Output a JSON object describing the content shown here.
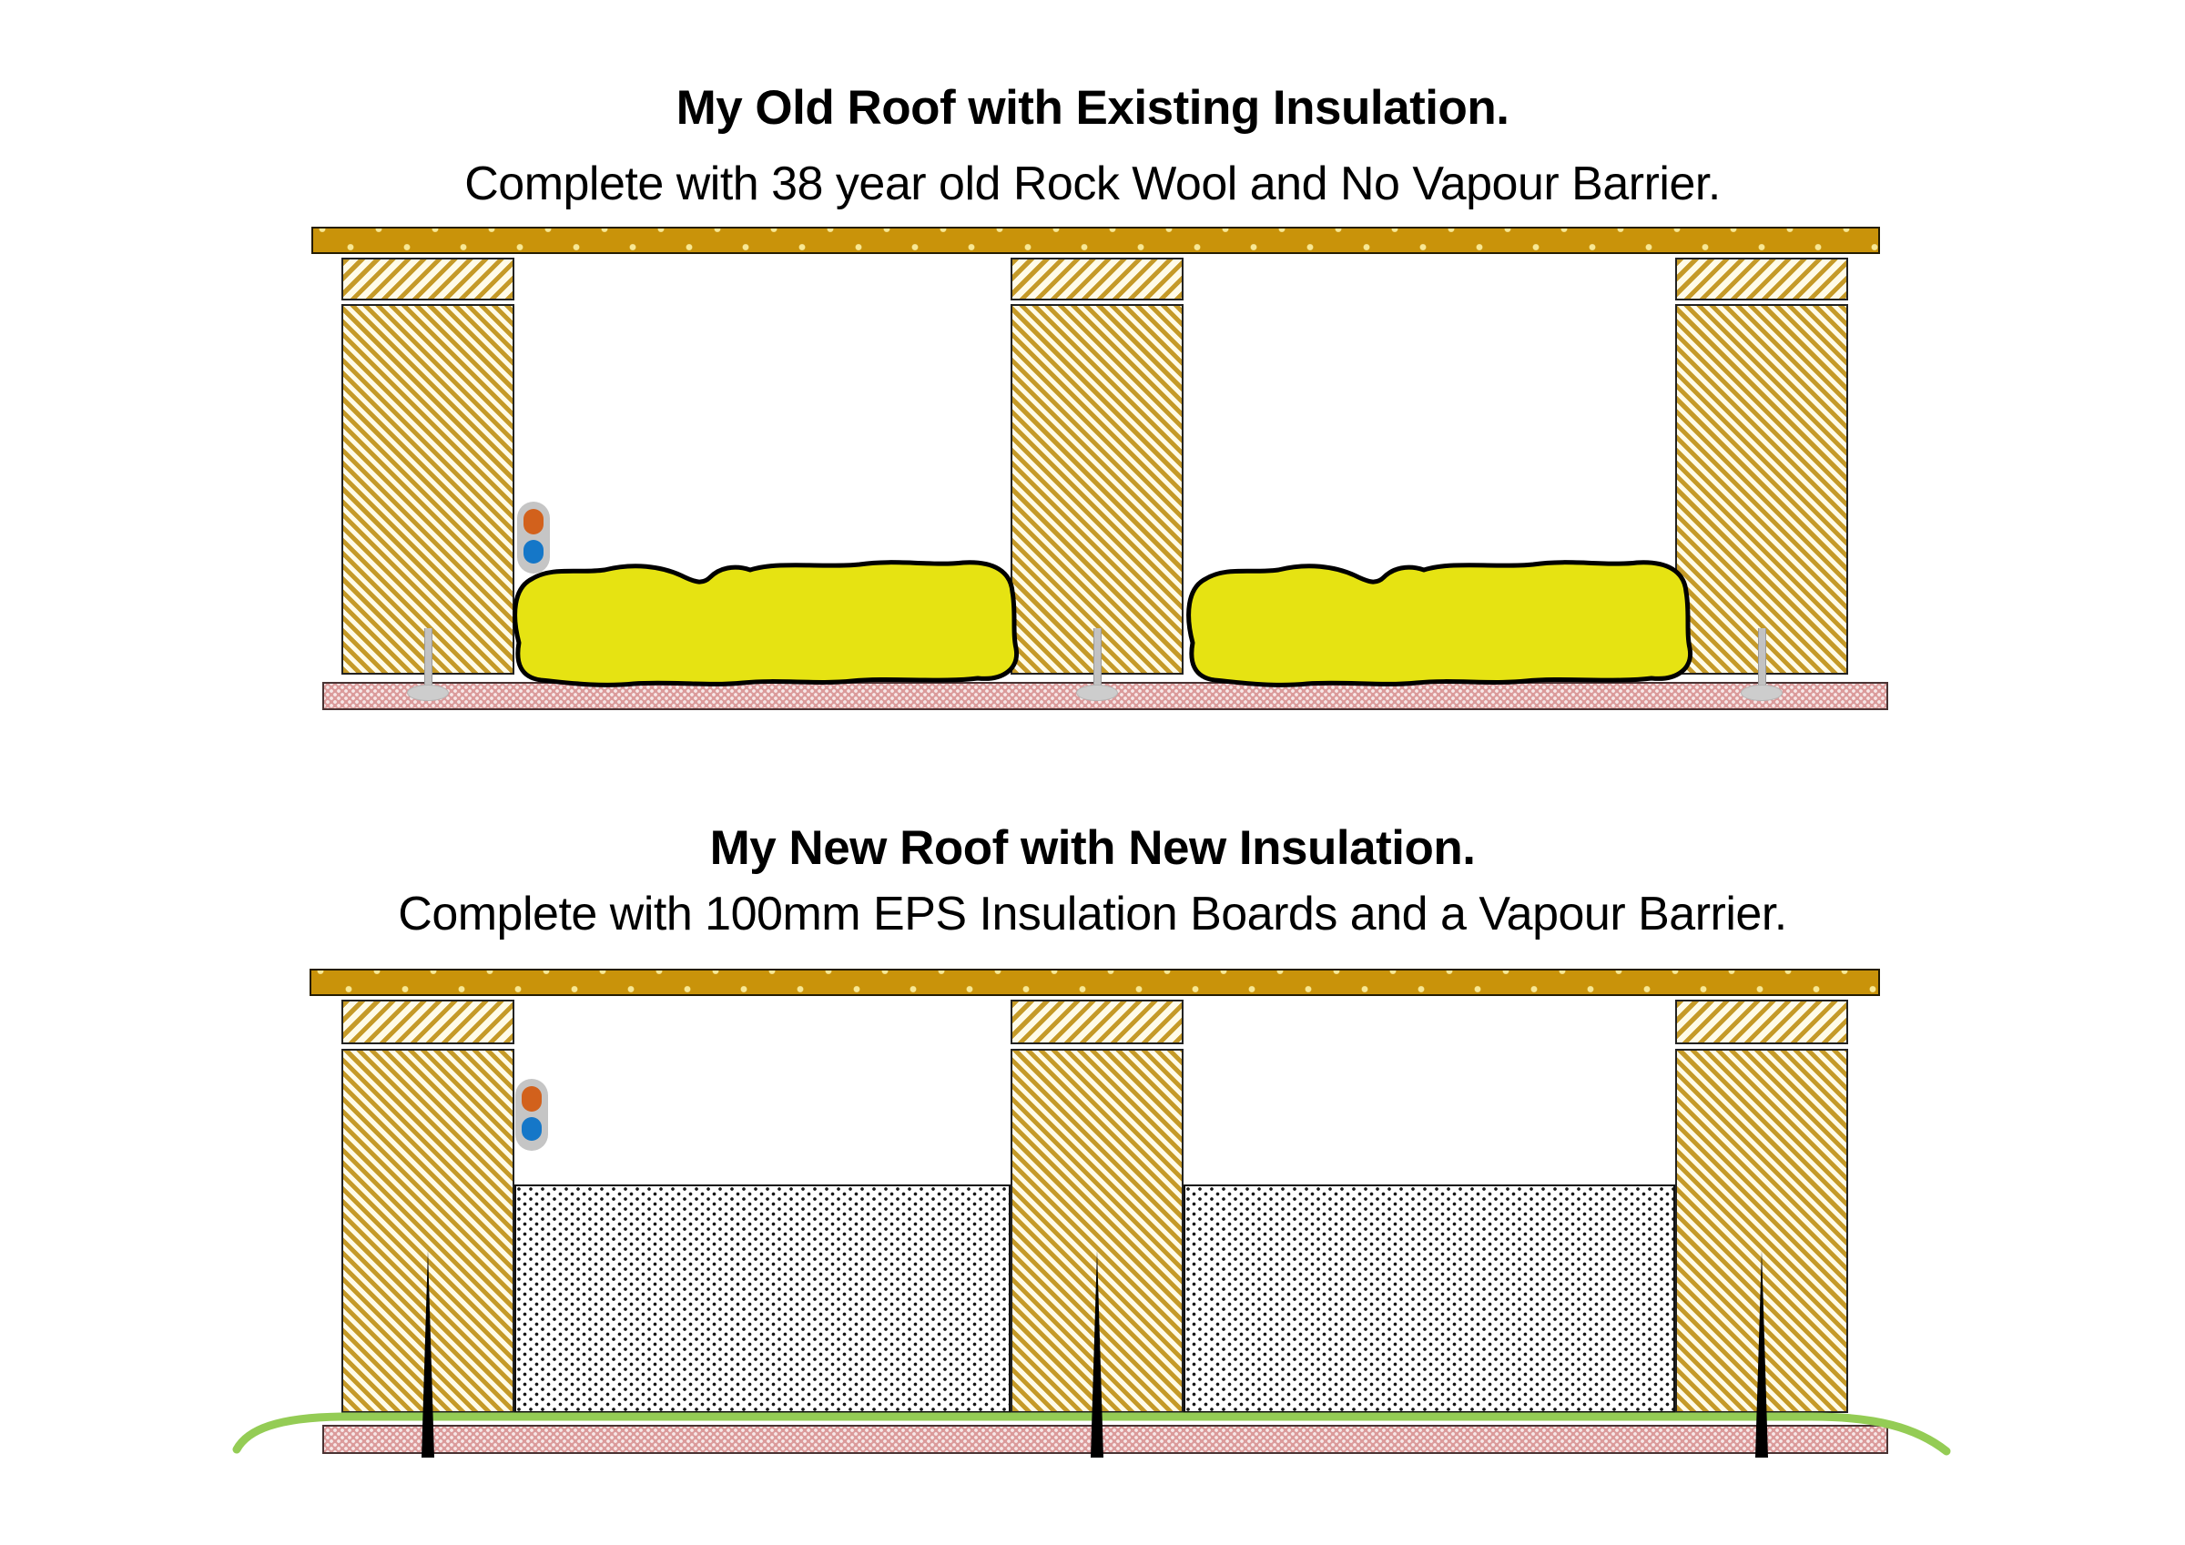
{
  "old_roof": {
    "title": "My Old Roof with Existing Insulation.",
    "subtitle": "Complete with 38 year old Rock Wool and No Vapour Barrier."
  },
  "new_roof": {
    "title": "My New Roof with New Insulation.",
    "subtitle": "Complete with 100mm EPS Insulation Boards and a Vapour Barrier."
  },
  "colors": {
    "text": "#000000",
    "roof-deck": "#C9930A",
    "roof-deck-dot": "#F8E895",
    "timber-hatch": "#C59A28",
    "timber-bg": "#FFFBE8",
    "rock-wool": "#E6E312",
    "outline": "#000000",
    "plasterboard": "#DB9B9B",
    "plasterboard-dot": "#F7E8E8",
    "eps-bg": "#FFFFFF",
    "eps-dot": "#161616",
    "vapour-barrier": "#94CC55",
    "screw-gray": "#C2C2C2",
    "screw-head": "#CDCDCD",
    "spike-black": "#000000",
    "cable-sheath": "#C5C5C5",
    "cable-live": "#D2611C",
    "cable-neutral": "#1577C8"
  }
}
